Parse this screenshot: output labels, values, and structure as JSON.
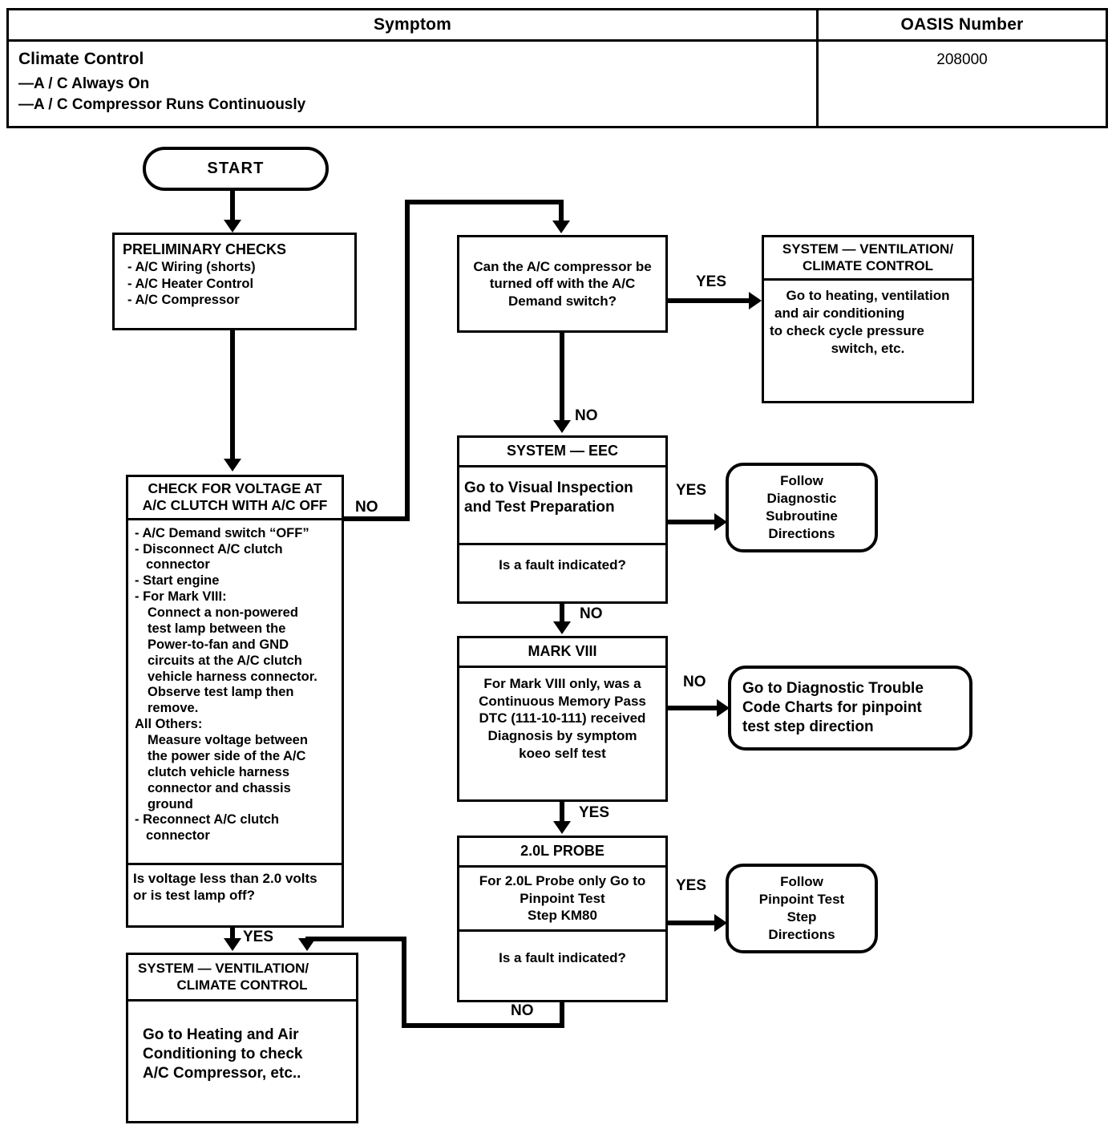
{
  "header": {
    "col_symptom": "Symptom",
    "col_oasis": "OASIS Number",
    "symptom_main": "Climate Control",
    "symptom_line1": "—A / C Always On",
    "symptom_line2": "—A / C Compressor Runs Continuously",
    "oasis_number": "208000"
  },
  "nodes": {
    "start": {
      "label": "START"
    },
    "preliminary": {
      "title": "PRELIMINARY CHECKS",
      "items": [
        "- A/C Wiring (shorts)",
        "- A/C Heater Control",
        "- A/C Compressor"
      ]
    },
    "check_voltage": {
      "title_line1": "CHECK FOR VOLTAGE AT",
      "title_line2": "A/C CLUTCH WITH A/C OFF",
      "items": [
        "- A/C Demand switch “OFF”",
        "- Disconnect A/C clutch",
        "connector",
        "- Start engine",
        "- For Mark VIII:",
        "Connect a non-powered",
        "test lamp between the",
        "Power-to-fan and GND",
        "circuits at the A/C clutch",
        "vehicle harness connector.",
        "Observe test lamp then",
        "remove.",
        "All Others:",
        "Measure voltage between",
        "the power side of the A/C",
        "clutch vehicle harness",
        "connector and chassis",
        "ground",
        "- Reconnect A/C clutch",
        "connector"
      ],
      "question_line1": "Is voltage less than 2.0 volts",
      "question_line2": "or is test lamp off?"
    },
    "compressor_q": {
      "line1": "Can the A/C compressor be",
      "line2": "turned off with the A/C",
      "line3": "Demand switch?"
    },
    "vent_climate_top": {
      "title_line1": "SYSTEM — VENTILATION/",
      "title_line2": "CLIMATE CONTROL",
      "body_line1": "Go to heating, ventilation",
      "body_line2": "and air conditioning",
      "body_line3": "to check cycle pressure",
      "body_line4": "switch, etc."
    },
    "system_eec": {
      "title": "SYSTEM — EEC",
      "body_line1": "Go to Visual Inspection",
      "body_line2": "and Test Preparation",
      "question": "Is a fault indicated?"
    },
    "follow_diag_sub": {
      "line1": "Follow",
      "line2": "Diagnostic",
      "line3": "Subroutine",
      "line4": "Directions"
    },
    "mark_viii": {
      "title": "MARK VIII",
      "body_line1": "For Mark VIII only, was a",
      "body_line2": "Continuous Memory Pass",
      "body_line3": "DTC (111-10-111) received",
      "body_line4": "Diagnosis by symptom",
      "body_line5": "koeo self test"
    },
    "dtc_charts": {
      "line1": "Go to Diagnostic Trouble",
      "line2": "Code Charts for pinpoint",
      "line3": "test step direction"
    },
    "probe_20l": {
      "title": "2.0L PROBE",
      "body_line1": "For 2.0L Probe only Go to",
      "body_line2": "Pinpoint Test",
      "body_line3": "Step KM80",
      "question": "Is a fault indicated?"
    },
    "follow_pinpoint": {
      "line1": "Follow",
      "line2": "Pinpoint Test",
      "line3": "Step",
      "line4": "Directions"
    },
    "vent_climate_bottom": {
      "title_line1": "SYSTEM — VENTILATION/",
      "title_line2": "CLIMATE CONTROL",
      "body_line1": "Go to Heating and Air",
      "body_line2": "Conditioning to check",
      "body_line3": "A/C Compressor, etc.."
    }
  },
  "edges": {
    "check_voltage_no": "NO",
    "check_voltage_yes": "YES",
    "compressor_yes": "YES",
    "compressor_no": "NO",
    "eec_yes": "YES",
    "eec_no": "NO",
    "mark_no": "NO",
    "mark_yes": "YES",
    "probe_yes": "YES",
    "probe_no": "NO"
  },
  "colors": {
    "ink": "#000000",
    "paper": "#ffffff"
  }
}
